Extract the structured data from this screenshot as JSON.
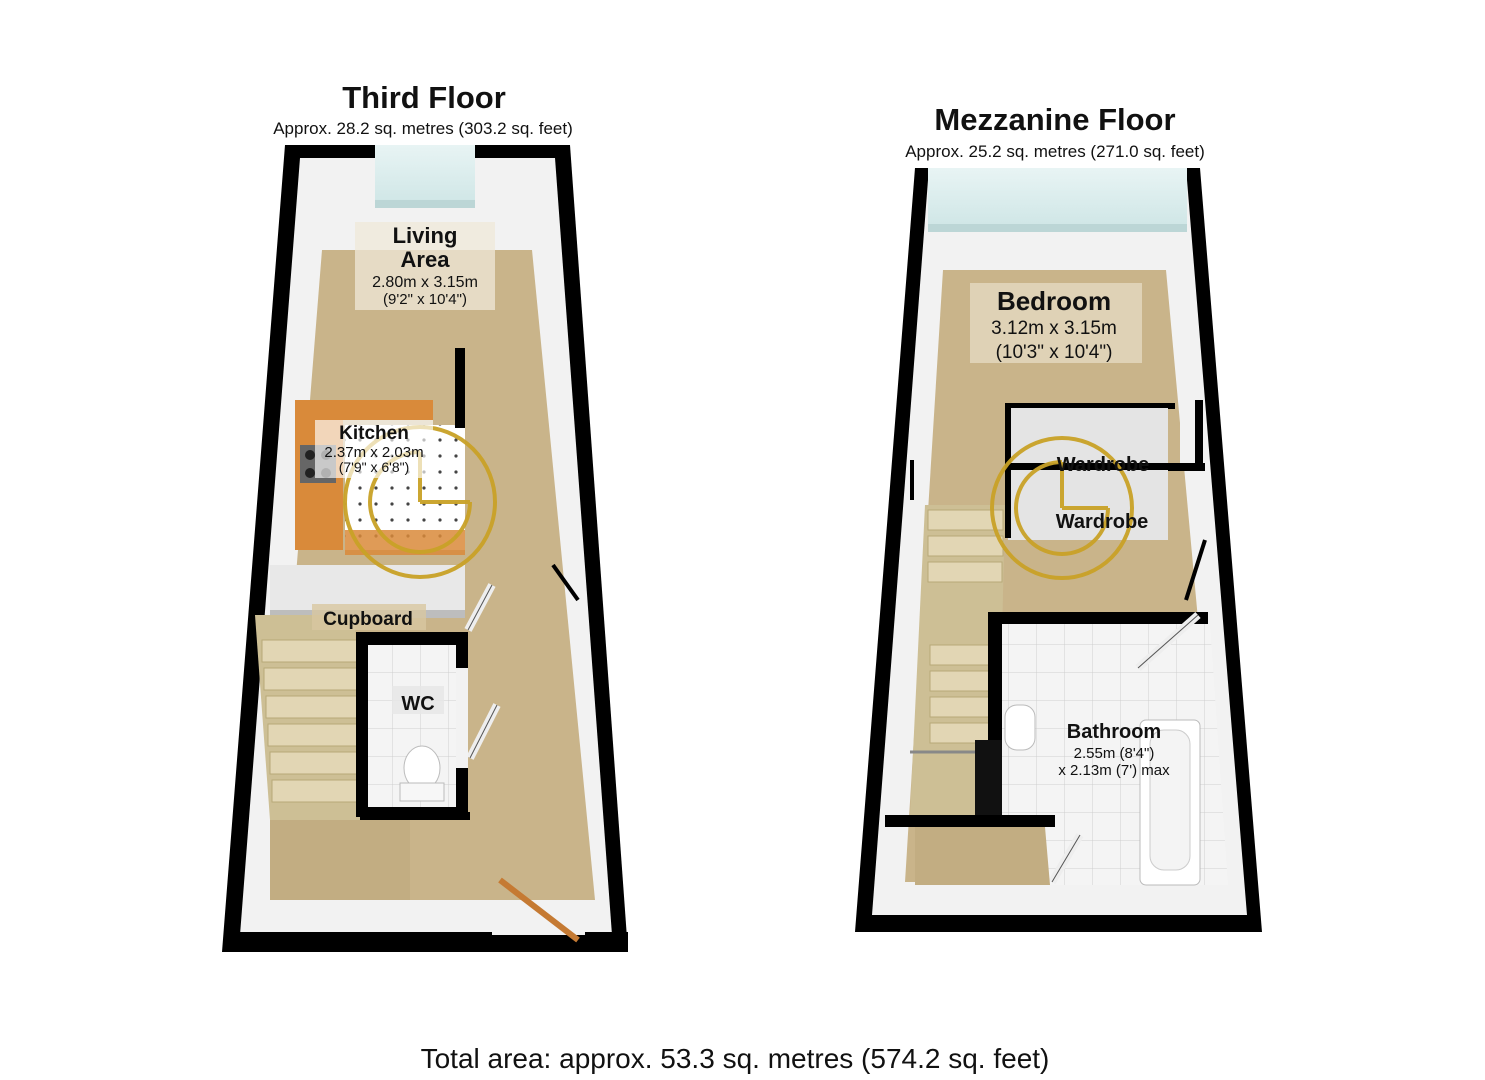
{
  "floors": [
    {
      "title": "Third Floor",
      "area": "Approx. 28.2 sq. metres (303.2 sq. feet)",
      "rooms": [
        {
          "name_line1": "Living",
          "name_line2": "Area",
          "dim_metric": "2.80m x 3.15m",
          "dim_imperial": "(9'2\" x 10'4\")"
        },
        {
          "name": "Kitchen",
          "dim_metric": "2.37m x 2.03m",
          "dim_imperial": "(7'9\" x 6'8\")"
        },
        {
          "name": "Cupboard"
        },
        {
          "name": "WC"
        }
      ]
    },
    {
      "title": "Mezzanine Floor",
      "area": "Approx. 25.2 sq. metres (271.0 sq. feet)",
      "rooms": [
        {
          "name": "Bedroom",
          "dim_metric": "3.12m x 3.15m",
          "dim_imperial": "(10'3\" x 10'4\")"
        },
        {
          "name": "Wardrobe"
        },
        {
          "name": "Wardrobe"
        },
        {
          "name": "Bathroom",
          "dim_line1": "2.55m (8'4\")",
          "dim_line2": "x 2.13m (7') max"
        }
      ]
    }
  ],
  "total_area": "Total area: approx. 53.3 sq. metres (574.2 sq. feet)",
  "colors": {
    "floor": "#c9b48a",
    "wall": "#000000",
    "inner_wall": "#f2f2f2",
    "kitchen_counter": "#d98a3a",
    "tile": "#eeeeee",
    "watermark": "#c9a227",
    "glass": "#d9eeee"
  }
}
